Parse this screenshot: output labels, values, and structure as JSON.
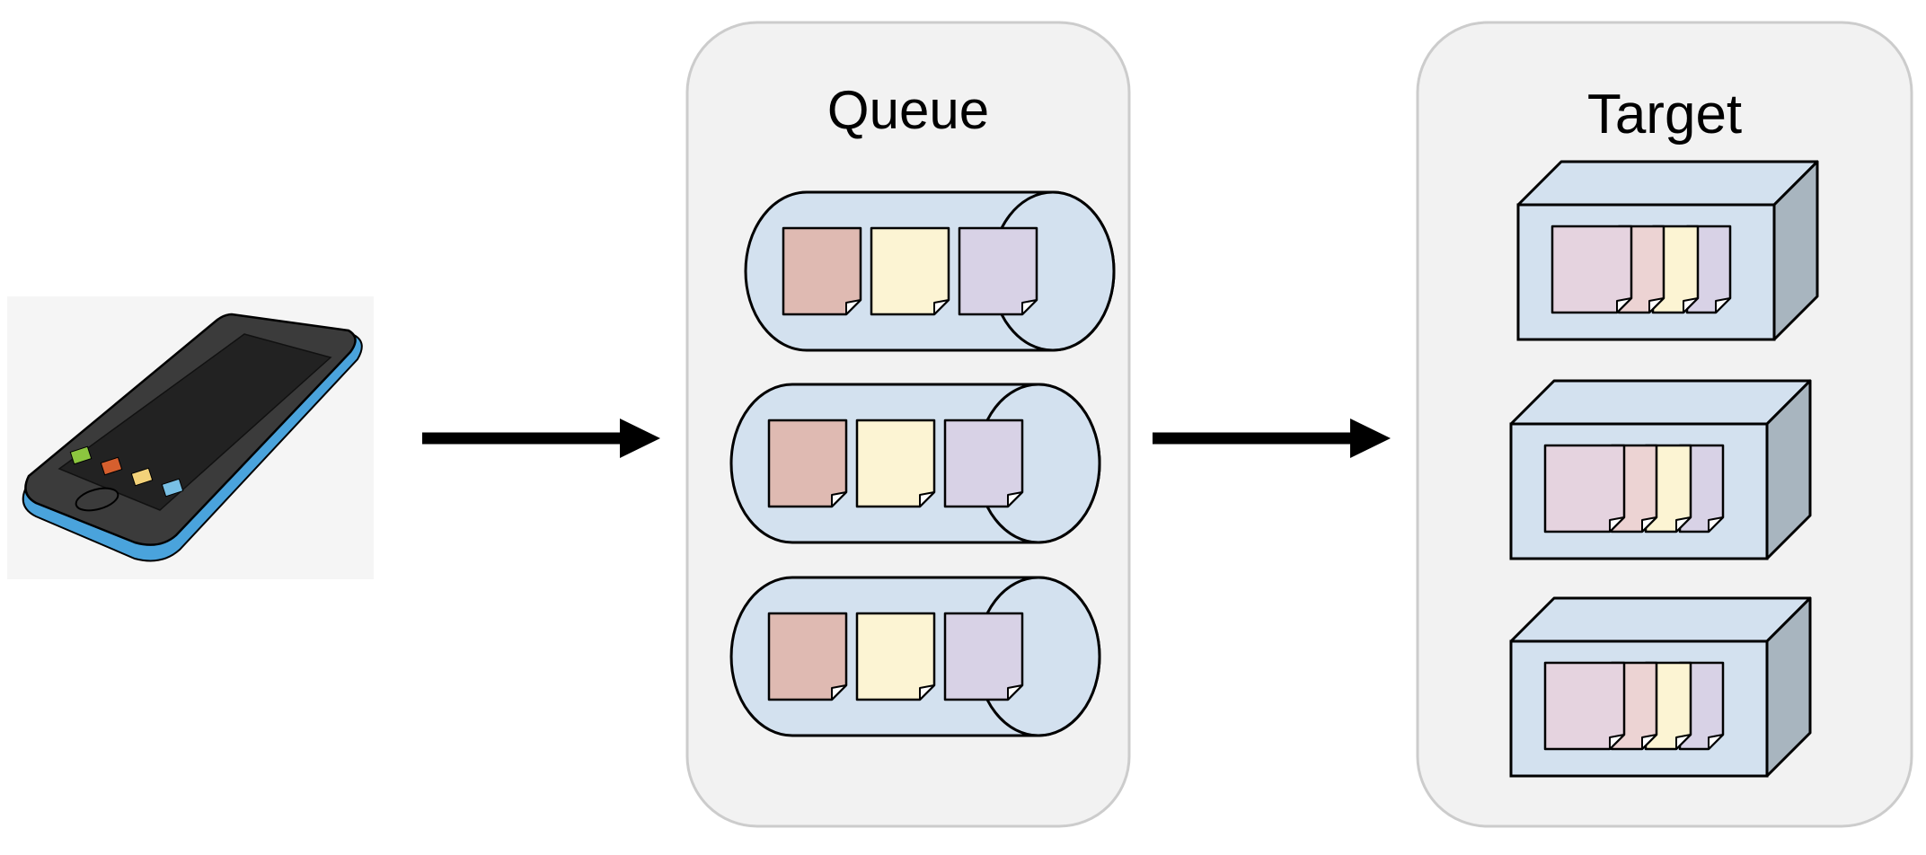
{
  "queue": {
    "title": "Queue",
    "channels": 3
  },
  "target": {
    "title": "Target",
    "boxes": 3
  },
  "icons": {
    "source": "smartphone-icon",
    "arrow": "arrow-right-icon",
    "queue_channel": "cylinder-queue-icon",
    "target_box": "storage-box-icon",
    "document": "document-icon"
  },
  "colors": {
    "panel_fill": "#f2f2f2",
    "panel_stroke": "#cccccc",
    "container_fill": "#d3e1ef",
    "box_side": "#a8b5bf",
    "doc_red": "#dfbab2",
    "doc_yellow": "#fcf4d3",
    "doc_purple": "#d8d2e6",
    "doc_pink": "#e5d3df",
    "doc_rose": "#ecd3d3",
    "phone_blue": "#4aa3dc",
    "phone_body": "#3b3b3b",
    "phone_screen": "#222222",
    "phone_bg": "#f5f5f5",
    "app_green": "#8cc63f",
    "app_orange": "#d65f2e",
    "app_yellow": "#f3d27a",
    "app_blue": "#79c0e5"
  }
}
